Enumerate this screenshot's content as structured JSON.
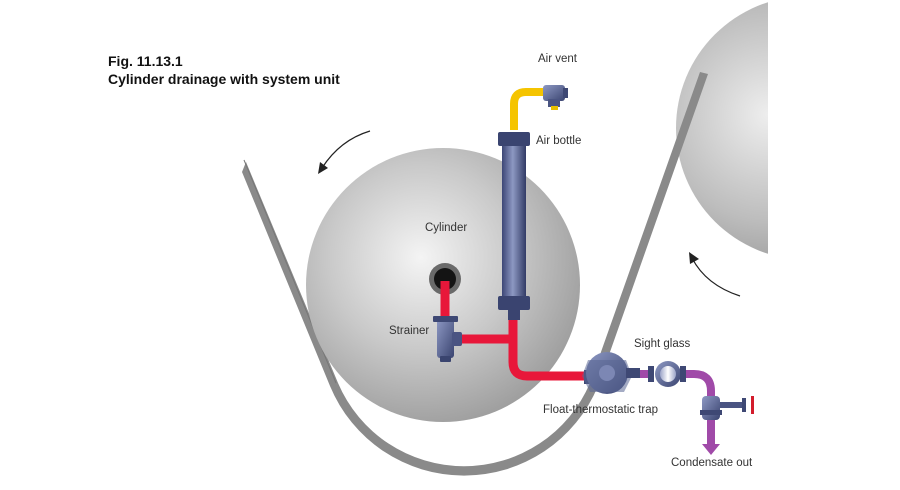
{
  "figure": {
    "number": "Fig. 11.13.1",
    "caption": "Cylinder drainage with system unit"
  },
  "labels": {
    "air_vent": "Air vent",
    "air_bottle": "Air bottle",
    "cylinder": "Cylinder",
    "strainer": "Strainer",
    "sight_glass": "Sight glass",
    "float_trap": "Float-thermostatic trap",
    "condensate_out": "Condensate out"
  },
  "colors": {
    "steam_pipe": "#e8173a",
    "air_pipe": "#f5c400",
    "condensate_pipe": "#a04aa8",
    "component_blue": "#5a6694",
    "cylinder_grey": "#b4b4b4",
    "felt_grey": "#8a8a8a",
    "valve_handle": "#d31c2c"
  }
}
